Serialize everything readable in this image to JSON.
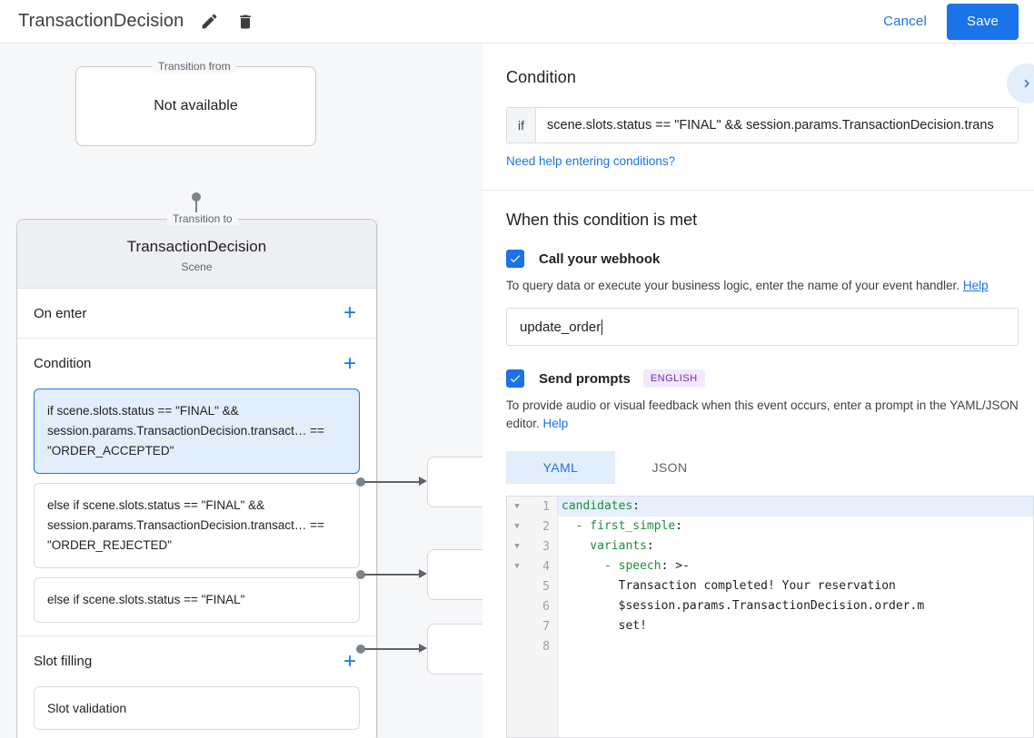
{
  "header": {
    "title": "TransactionDecision",
    "edit_icon": "pencil-icon",
    "delete_icon": "trash-icon",
    "cancel_label": "Cancel",
    "save_label": "Save"
  },
  "canvas": {
    "transition_from": {
      "legend": "Transition from",
      "value": "Not available"
    },
    "transition_to": {
      "legend": "Transition to",
      "name": "TransactionDecision",
      "type": "Scene"
    },
    "sections": {
      "on_enter": {
        "title": "On enter",
        "add_label": "+"
      },
      "condition": {
        "title": "Condition",
        "add_label": "+",
        "items": [
          "if scene.slots.status == \"FINAL\" && session.params.TransactionDecision.transact… == \"ORDER_ACCEPTED\"",
          "else if scene.slots.status == \"FINAL\" && session.params.TransactionDecision.transact… == \"ORDER_REJECTED\"",
          "else if scene.slots.status == \"FINAL\""
        ],
        "selected_index": 0
      },
      "slot_filling": {
        "title": "Slot filling",
        "add_label": "+",
        "item": "Slot validation"
      }
    }
  },
  "details": {
    "condition_heading": "Condition",
    "next_icon": "chevron-right-icon",
    "if_label": "if",
    "condition_value": "scene.slots.status == \"FINAL\" && session.params.TransactionDecision.trans",
    "condition_help_link": "Need help entering conditions?",
    "when_met_heading": "When this condition is met",
    "webhook": {
      "checkbox_label": "Call your webhook",
      "checked": true,
      "description": "To query data or execute your business logic, enter the name of your event handler.",
      "help_label": "Help",
      "value": "update_order"
    },
    "prompts": {
      "checkbox_label": "Send prompts",
      "checked": true,
      "badge": "ENGLISH",
      "description": "To provide audio or visual feedback when this event occurs, enter a prompt in the YAML/JSON editor.",
      "help_label": "Help",
      "tabs": [
        {
          "label": "YAML",
          "active": true
        },
        {
          "label": "JSON",
          "active": false
        }
      ]
    },
    "editor": {
      "language": "yaml",
      "highlighted_line": 1,
      "lines": [
        {
          "num": "1",
          "fold": true,
          "key": "candidates",
          "rest": ":",
          "indent": 0
        },
        {
          "num": "2",
          "fold": true,
          "key": "- first_simple",
          "rest": ":",
          "indent": 1
        },
        {
          "num": "3",
          "fold": true,
          "key": "variants",
          "rest": ":",
          "indent": 2
        },
        {
          "num": "4",
          "fold": true,
          "key": "- speech",
          "rest": ": >-",
          "indent": 3
        },
        {
          "num": "5",
          "fold": false,
          "key": "",
          "rest": "Transaction completed! Your reservation",
          "indent": 4
        },
        {
          "num": "6",
          "fold": false,
          "key": "",
          "rest": "$session.params.TransactionDecision.order.m",
          "indent": 4
        },
        {
          "num": "7",
          "fold": false,
          "key": "",
          "rest": "set!",
          "indent": 4
        },
        {
          "num": "8",
          "fold": false,
          "key": "",
          "rest": "",
          "indent": 0
        }
      ]
    }
  },
  "colors": {
    "accent_blue": "#1a73e8",
    "selected_card_bg": "#e2eefc",
    "badge_purple_bg": "#f3e8fd",
    "badge_purple_fg": "#7627bb",
    "yaml_key_green": "#1a8f3c"
  }
}
